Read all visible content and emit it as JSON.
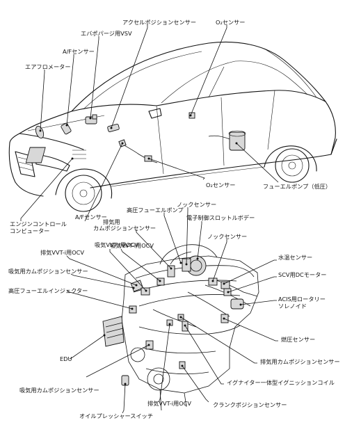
{
  "labels": {
    "accel_pos_sensor": "アクセルポジションセンサー",
    "o2_sensor_top": "O₂センサー",
    "evap_purge_vsv": "エバポパージ用VSV",
    "af_sensor_top": "A/Fセンサー",
    "air_flow_meter": "エアフロメーター",
    "ecu_line1": "エンジンコントロール",
    "ecu_line2": "コンピューター",
    "af_sensor_bottom": "A/Fセンサー",
    "o2_sensor_bottom": "O₂センサー",
    "fuel_pump": "フューエルポンプ（低圧）",
    "knock_sensor_top": "ノックセンサー",
    "hp_fuel_pump": "高圧フューエルポンプ",
    "exh_cam_line1": "排気用",
    "exh_cam_line2": "カムポジションセンサー",
    "etb": "電子制御スロットルボデー",
    "knock_sensor_right": "ノックセンサー",
    "intake_vvt_ocv_a": "吸気VVT-i用OCV",
    "intake_vvt_ocv_b": "吸気VVT-i用OCV",
    "exh_vvt_ocv_top": "排気VVT-i用OCV",
    "water_temp": "水温センサー",
    "intake_cam_top": "吸気用カムポジションセンサー",
    "scv_motor": "SCV用DCモーター",
    "hp_injector": "高圧フューエルインジェクター",
    "acis_line1": "ACIS用ロータリー",
    "acis_line2": "ソレノイド",
    "fuel_pressure": "燃圧センサー",
    "edu": "EDU",
    "exh_cam_right": "排気用カムポジションセンサー",
    "ignition_coil": "イグナイター一体型イグニッションコイル",
    "intake_cam_bottom": "吸気用カムポジションセンサー",
    "exh_vvt_ocv_bottom": "排気VVT-i用OCV",
    "crank_pos": "クランクポジションセンサー",
    "oil_pressure_switch": "オイルプレッシャースイッチ"
  }
}
